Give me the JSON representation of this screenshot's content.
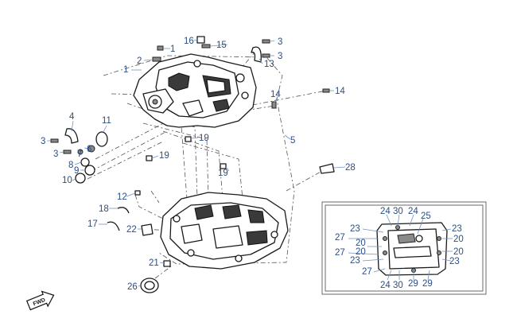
{
  "colors": {
    "callout_text": "#2b4f86",
    "leader_line": "#6f93c4",
    "line_art": "#1a1a1a",
    "background": "#ffffff"
  },
  "direction_badge": {
    "label": "FWD",
    "icon": "forward-arrow-icon"
  },
  "callouts": [
    {
      "id": "c1a",
      "number": "1"
    },
    {
      "id": "c1b",
      "number": "1"
    },
    {
      "id": "c2",
      "number": "2"
    },
    {
      "id": "c3a",
      "number": "3"
    },
    {
      "id": "c3b",
      "number": "3"
    },
    {
      "id": "c3c",
      "number": "3"
    },
    {
      "id": "c3d",
      "number": "3"
    },
    {
      "id": "c4",
      "number": "4"
    },
    {
      "id": "c5",
      "number": "5"
    },
    {
      "id": "c6",
      "number": "6"
    },
    {
      "id": "c7",
      "number": "7"
    },
    {
      "id": "c8",
      "number": "8"
    },
    {
      "id": "c9",
      "number": "9"
    },
    {
      "id": "c10",
      "number": "10"
    },
    {
      "id": "c11",
      "number": "11"
    },
    {
      "id": "c12",
      "number": "12"
    },
    {
      "id": "c13",
      "number": "13"
    },
    {
      "id": "c14a",
      "number": "14"
    },
    {
      "id": "c14b",
      "number": "14"
    },
    {
      "id": "c15",
      "number": "15"
    },
    {
      "id": "c16",
      "number": "16"
    },
    {
      "id": "c17",
      "number": "17"
    },
    {
      "id": "c18",
      "number": "18"
    },
    {
      "id": "c19a",
      "number": "19"
    },
    {
      "id": "c19b",
      "number": "19"
    },
    {
      "id": "c19c",
      "number": "19"
    },
    {
      "id": "c21",
      "number": "21"
    },
    {
      "id": "c22",
      "number": "22"
    },
    {
      "id": "c26",
      "number": "26"
    },
    {
      "id": "c28",
      "number": "28"
    }
  ],
  "inset_callouts": [
    {
      "id": "i24a",
      "number": "24"
    },
    {
      "id": "i30a",
      "number": "30"
    },
    {
      "id": "i24b",
      "number": "24"
    },
    {
      "id": "i25",
      "number": "25"
    },
    {
      "id": "i23a",
      "number": "23"
    },
    {
      "id": "i23b",
      "number": "23"
    },
    {
      "id": "i27a",
      "number": "27"
    },
    {
      "id": "i20a",
      "number": "20"
    },
    {
      "id": "i20b",
      "number": "20"
    },
    {
      "id": "i27b",
      "number": "27"
    },
    {
      "id": "i20c",
      "number": "20"
    },
    {
      "id": "i20d",
      "number": "20"
    },
    {
      "id": "i23c",
      "number": "23"
    },
    {
      "id": "i23d",
      "number": "23"
    },
    {
      "id": "i27c",
      "number": "27"
    },
    {
      "id": "i24c",
      "number": "24"
    },
    {
      "id": "i30b",
      "number": "30"
    },
    {
      "id": "i29a",
      "number": "29"
    },
    {
      "id": "i29b",
      "number": "29"
    }
  ]
}
